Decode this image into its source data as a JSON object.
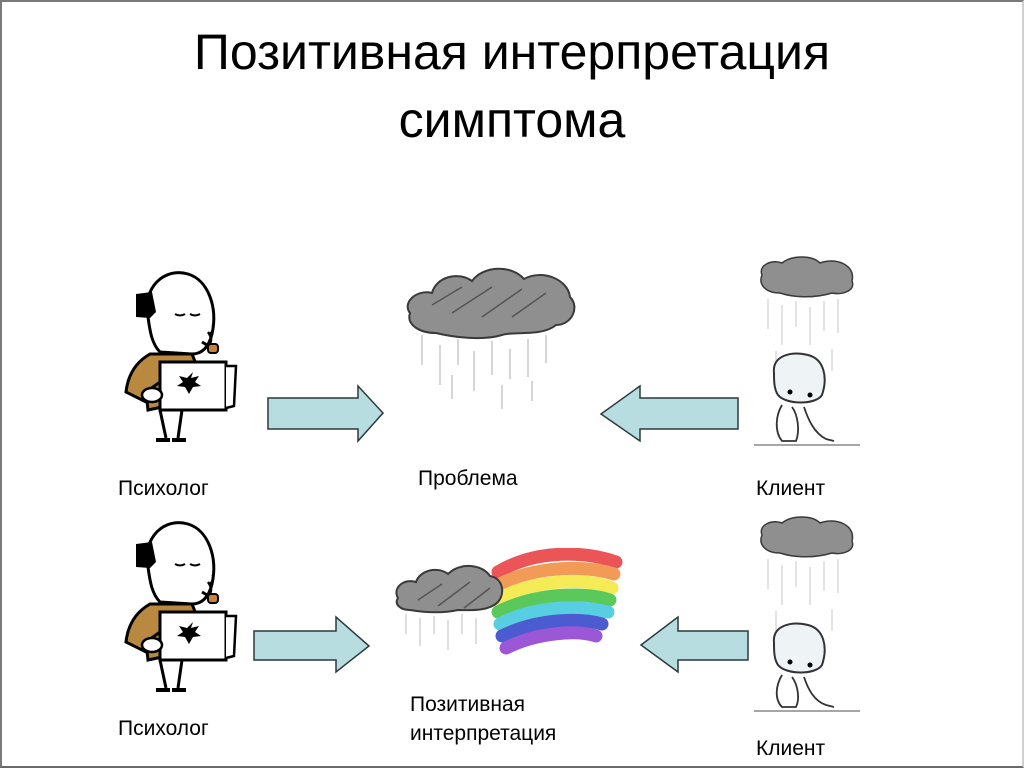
{
  "slide": {
    "title_line1": "Позитивная интерпретация",
    "title_line2": "симптома",
    "row1": {
      "left_label": "Психолог",
      "center_label": "Проблема",
      "right_label": "Клиент",
      "left_image": "psychologist-with-inkblot-card",
      "center_image": "rain-cloud",
      "right_image": "sad-client-under-rain-cloud"
    },
    "row2": {
      "left_label": "Психолог",
      "center_label_line1": "Позитивная",
      "center_label_line2": "интерпретация",
      "right_label": "Клиент",
      "left_image": "psychologist-with-inkblot-card",
      "center_image": "rain-cloud-with-rainbow",
      "right_image": "sad-client-under-rain-cloud"
    },
    "colors": {
      "arrow_fill": "#b8dde0",
      "arrow_stroke": "#2b3a3a",
      "jacket": "#b8893f",
      "cloud": "#9a9a9a"
    }
  }
}
